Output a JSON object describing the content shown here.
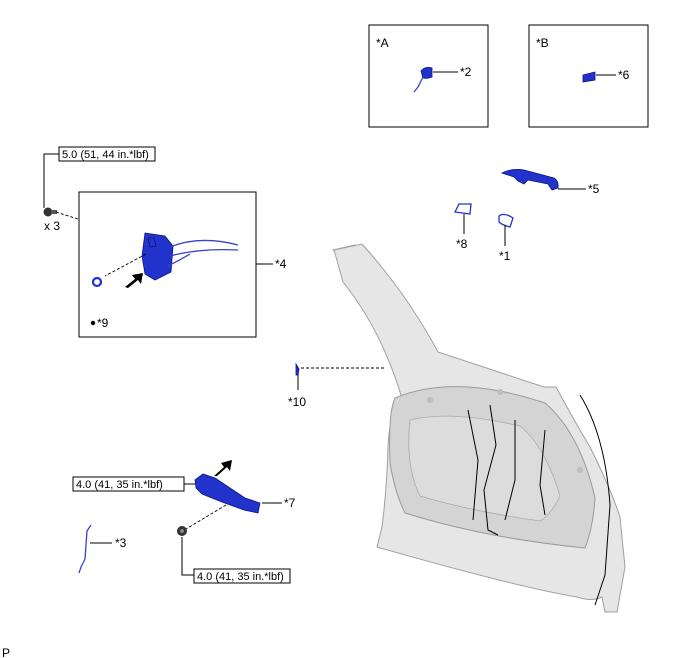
{
  "inset_a": {
    "tag": "*A",
    "part_label": "*2"
  },
  "inset_b": {
    "tag": "*B",
    "part_label": "*6"
  },
  "parts": {
    "p1": "*1",
    "p3": "*3",
    "p4": "*4",
    "p5": "*5",
    "p7": "*7",
    "p8": "*8",
    "p9": "*9",
    "p10": "*10"
  },
  "torque": {
    "top": "5.0 (51, 44 in.*lbf)",
    "mid": "4.0 (41, 35 in.*lbf)",
    "bottom": "4.0 (41, 35 in.*lbf)"
  },
  "screw_qty": "x 3",
  "corner_mark": "P",
  "colors": {
    "part_blue": "#2233cc",
    "door_panel": "#e4e4e4"
  }
}
